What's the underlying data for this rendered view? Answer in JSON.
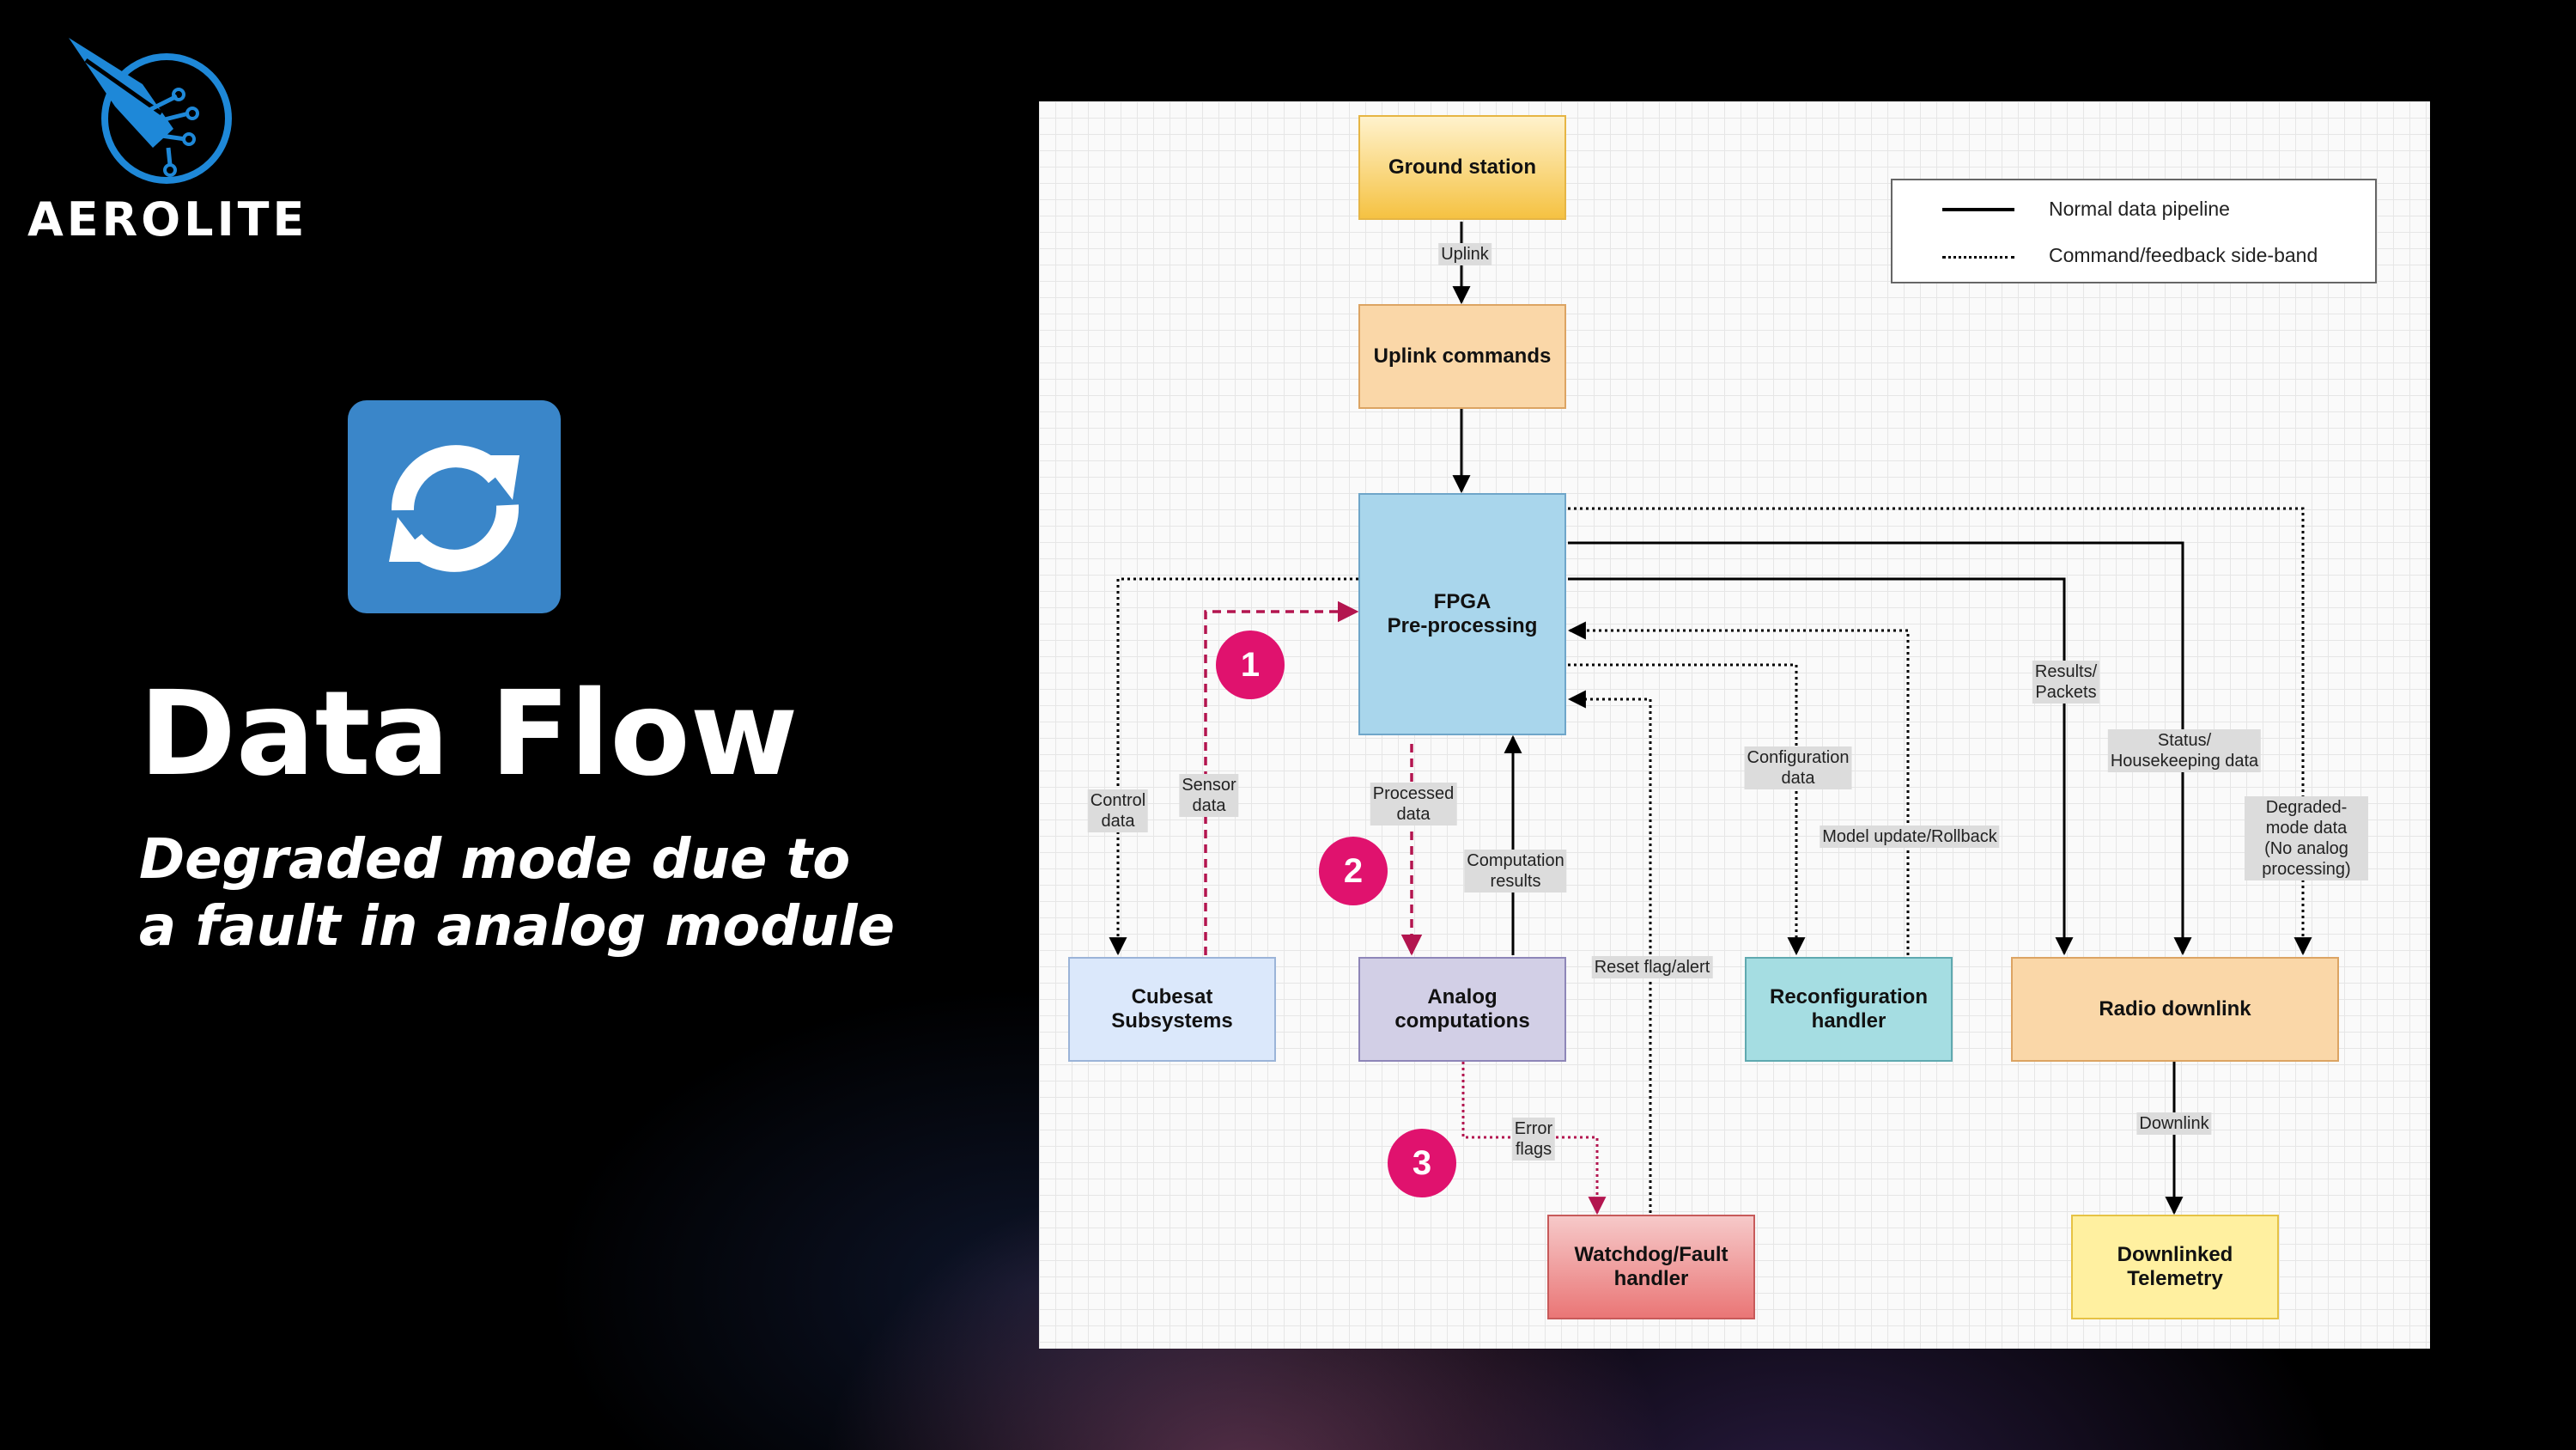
{
  "brand": {
    "name": "AEROLITE"
  },
  "header": {
    "refresh_icon": "refresh-icon",
    "title": "Data Flow",
    "subtitle_line1": "Degraded mode due to",
    "subtitle_line2": "a fault in analog module"
  },
  "colors": {
    "accent_blue": "#3a86c9",
    "badge_magenta": "#e0126e",
    "fault_path": "#b3154f"
  },
  "legend": {
    "solid_label": "Normal data pipeline",
    "dotted_label": "Command/feedback side-band"
  },
  "nodes": {
    "ground_station": "Ground station",
    "uplink_commands": "Uplink commands",
    "fpga": "FPGA\nPre-processing",
    "cubesat": "Cubesat\nSubsystems",
    "analog": "Analog\ncomputations",
    "reconfig": "Reconfiguration\nhandler",
    "radio": "Radio downlink",
    "watchdog": "Watchdog/Fault\nhandler",
    "telemetry": "Downlinked\nTelemetry"
  },
  "edge_labels": {
    "uplink": "Uplink",
    "control_data": "Control\ndata",
    "sensor_data": "Sensor\ndata",
    "processed_data": "Processed\ndata",
    "computation_results": "Computation\nresults",
    "configuration_data": "Configuration\ndata",
    "model_update": "Model update/Rollback",
    "results_packets": "Results/\nPackets",
    "status_housekeeping": "Status/\nHousekeeping data",
    "degraded_mode": "Degraded-mode data\n(No analog processing)",
    "reset_flag": "Reset flag/alert",
    "error_flags": "Error\nflags",
    "downlink": "Downlink"
  },
  "badges": [
    "1",
    "2",
    "3"
  ]
}
